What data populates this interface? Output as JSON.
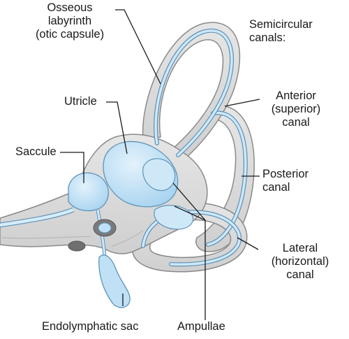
{
  "labels": {
    "osseous": [
      "Osseous",
      "labyrinth",
      "(otic capsule)"
    ],
    "semicircular": [
      "Semicircular",
      "canals:"
    ],
    "anterior": [
      "Anterior",
      "(superior)",
      "canal"
    ],
    "posterior": [
      "Posterior",
      "canal"
    ],
    "lateral": [
      "Lateral",
      "(horizontal)",
      "canal"
    ],
    "utricle": "Utricle",
    "saccule": "Saccule",
    "endolymphatic": "Endolymphatic sac",
    "ampullae": "Ampullae"
  },
  "colors": {
    "bone": "#dcdcdc",
    "bone_shade": "#c4c4c4",
    "bone_outline": "#8a8a8a",
    "membrane": "#bfe0f5",
    "membrane_deep": "#8fc7ea",
    "membrane_outline": "#5f93b8",
    "leader": "#1a1a1a"
  }
}
